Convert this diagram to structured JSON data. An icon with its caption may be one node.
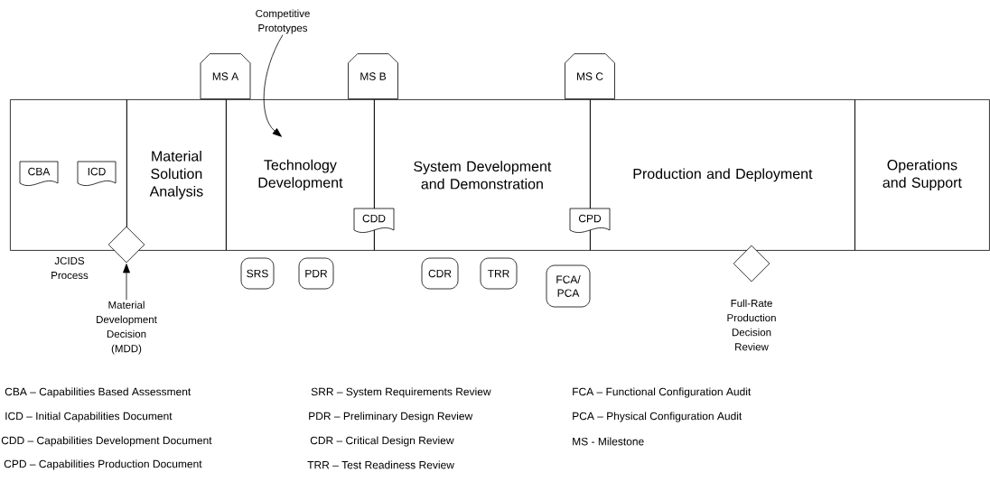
{
  "diagram": {
    "nodes": [
      {
        "text": [],
        "shape": "box",
        "beside": [
          "JCIDS Process"
        ]
      },
      {
        "text": [
          "CBA"
        ],
        "in": 0
      },
      {
        "text": [
          "ICD"
        ],
        "in": 0
      },
      {
        "text": [
          "Material Solution Analysis"
        ]
      },
      {
        "text": [
          "Technology Development"
        ]
      },
      {
        "text": [
          "System Development and Demonstration"
        ]
      },
      {
        "text": [
          "Production and Deployment"
        ]
      },
      {
        "text": [
          "Operations and Support"
        ]
      },
      {
        "text": [
          "MS A"
        ]
      },
      {
        "text": [
          "MS B"
        ]
      },
      {
        "text": [
          "MS C"
        ]
      },
      {
        "text": [
          "CDD"
        ]
      },
      {
        "text": [
          "CPD"
        ]
      },
      {
        "text": [
          "SRS"
        ]
      },
      {
        "text": [
          "PDR"
        ]
      },
      {
        "text": [
          "CDR"
        ]
      },
      {
        "text": [
          "TRR"
        ]
      },
      {
        "text": [
          "FCA/ PCA"
        ]
      },
      {
        "text": [],
        "shape": "diamond"
      },
      {
        "text": [
          "Material Development Decision (MDD)"
        ]
      },
      {
        "text": [],
        "shape": "diamond",
        "beside": [
          "Full-Rate Production Decision Review"
        ]
      },
      {
        "text": [
          "Competitive Prototypes"
        ]
      }
    ],
    "edges": [
      {
        "from": 19,
        "to": 18,
        "arrow": "to"
      },
      {
        "from": 21,
        "to": 4,
        "arrow": "to"
      }
    ],
    "labels": [
      "CBA – Capabilities Based Assessment",
      "SRR – System Requirements Review",
      "FCA – Functional Configuration Audit",
      "ICD – Initial Capabilities Document",
      "PDR – Preliminary Design Review",
      "PCA – Physical Configuration Audit",
      "CDD – Capabilities Development Document",
      "CDR – Critical Design Review",
      "MS - Milestone",
      "CPD – Capabilities Production Document",
      "TRR – Test Readiness Review"
    ]
  }
}
